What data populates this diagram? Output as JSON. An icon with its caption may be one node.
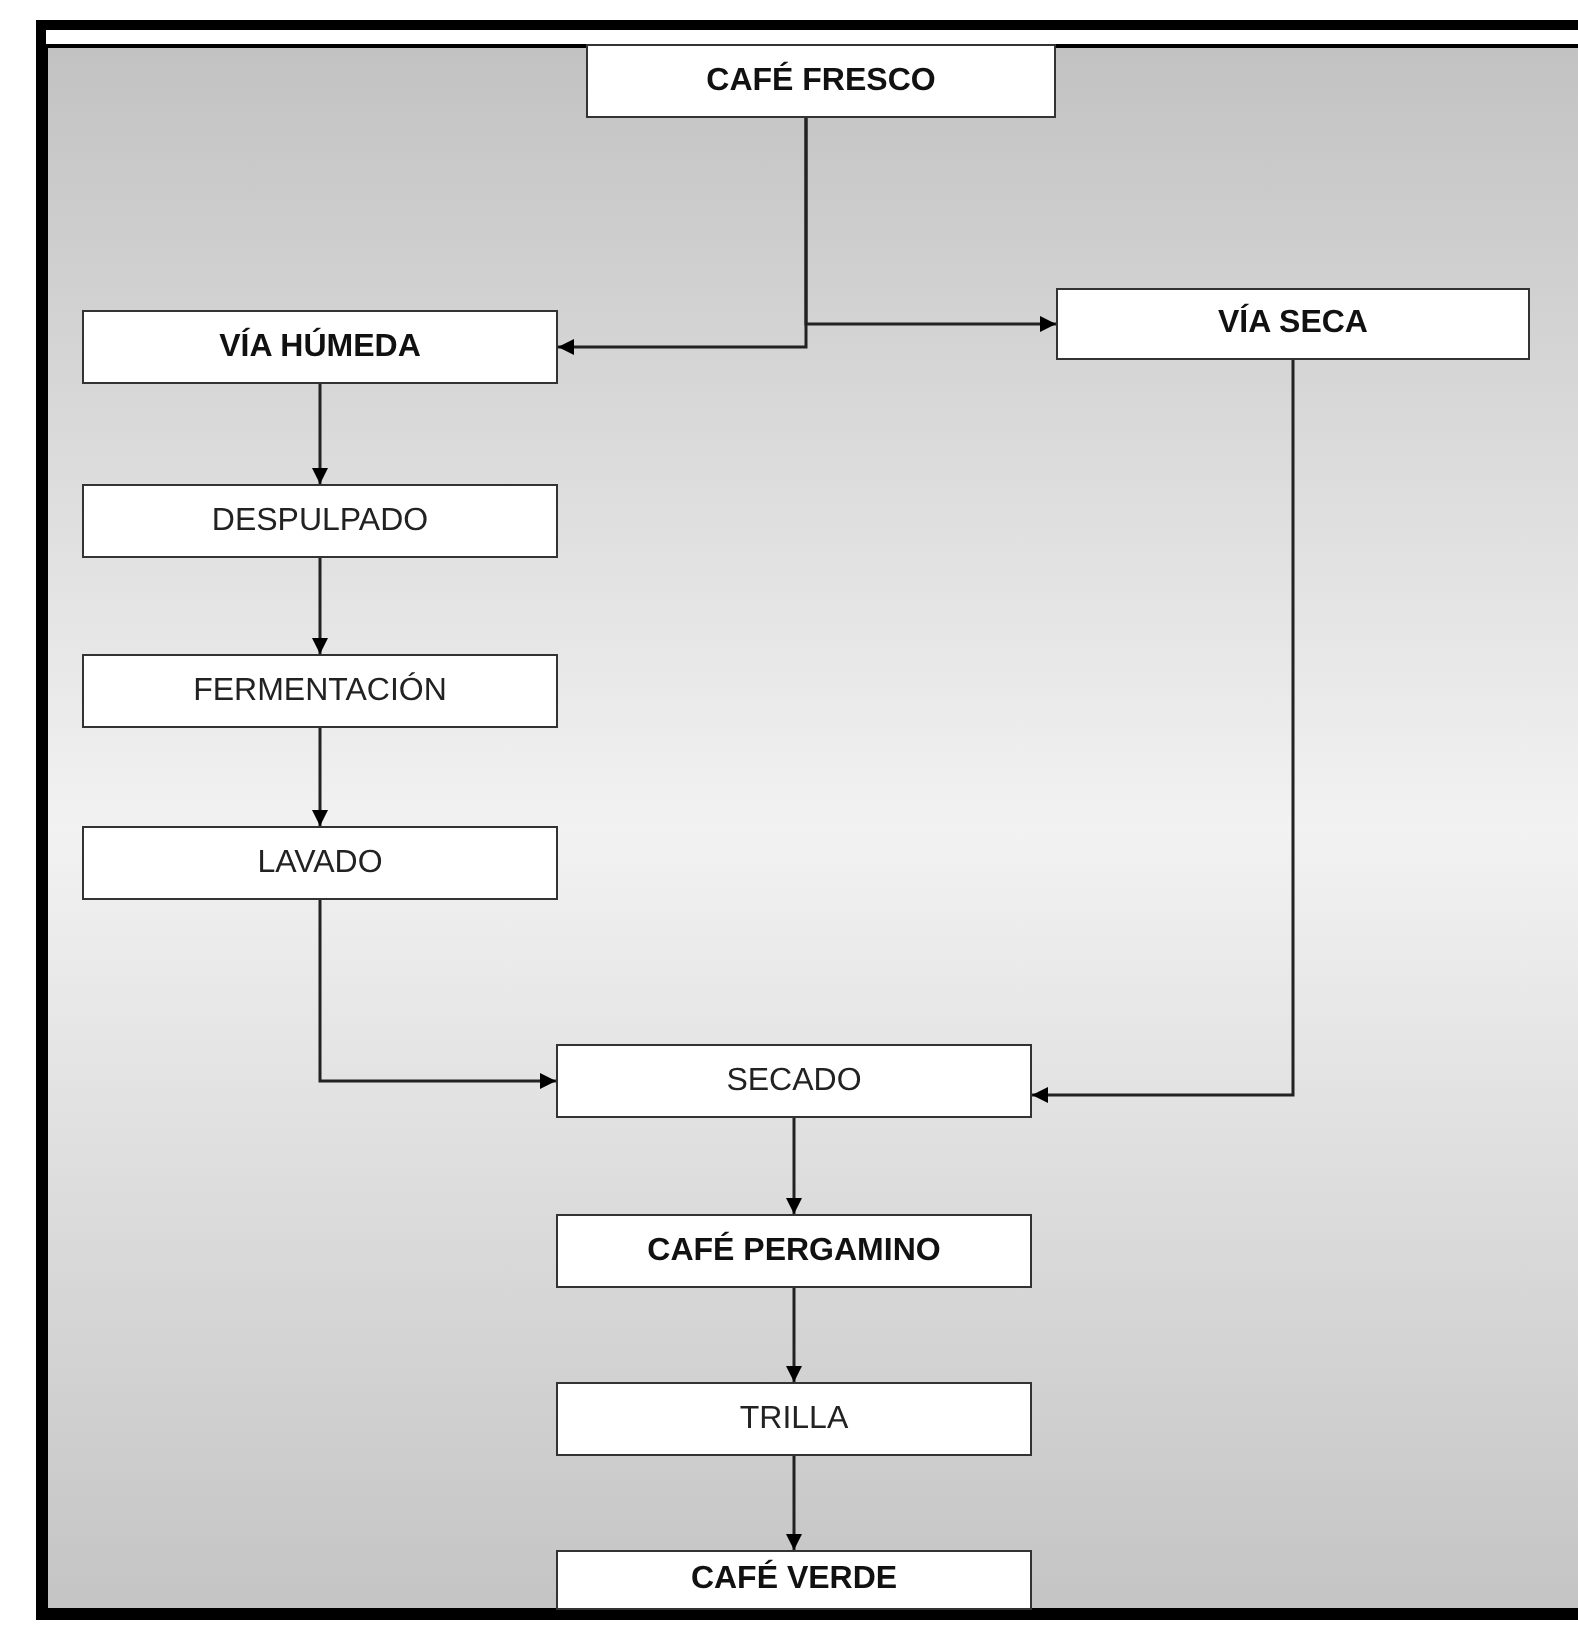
{
  "diagram": {
    "nodes": [
      {
        "text": [
          "CAFÉ FRESCO"
        ]
      },
      {
        "text": [
          "VÍA HÚMEDA"
        ]
      },
      {
        "text": [
          "VÍA SECA"
        ]
      },
      {
        "text": [
          "DESPULPADO"
        ]
      },
      {
        "text": [
          "FERMENTACIÓN"
        ]
      },
      {
        "text": [
          "LAVADO"
        ]
      },
      {
        "text": [
          "SECADO"
        ]
      },
      {
        "text": [
          "CAFÉ PERGAMINO"
        ]
      },
      {
        "text": [
          "TRILLA"
        ]
      },
      {
        "text": [
          "CAFÉ VERDE"
        ]
      }
    ],
    "edges": [
      {
        "from": 0,
        "to": 1,
        "arrow": "to"
      },
      {
        "from": 0,
        "to": 2,
        "arrow": "to"
      },
      {
        "from": 1,
        "to": 3,
        "arrow": "to"
      },
      {
        "from": 3,
        "to": 4,
        "arrow": "to"
      },
      {
        "from": 4,
        "to": 5,
        "arrow": "to"
      },
      {
        "from": 5,
        "to": 6,
        "arrow": "to"
      },
      {
        "from": 2,
        "to": 6,
        "arrow": "to"
      },
      {
        "from": 6,
        "to": 7,
        "arrow": "to"
      },
      {
        "from": 7,
        "to": 8,
        "arrow": "to"
      },
      {
        "from": 8,
        "to": 9,
        "arrow": "to"
      }
    ]
  }
}
